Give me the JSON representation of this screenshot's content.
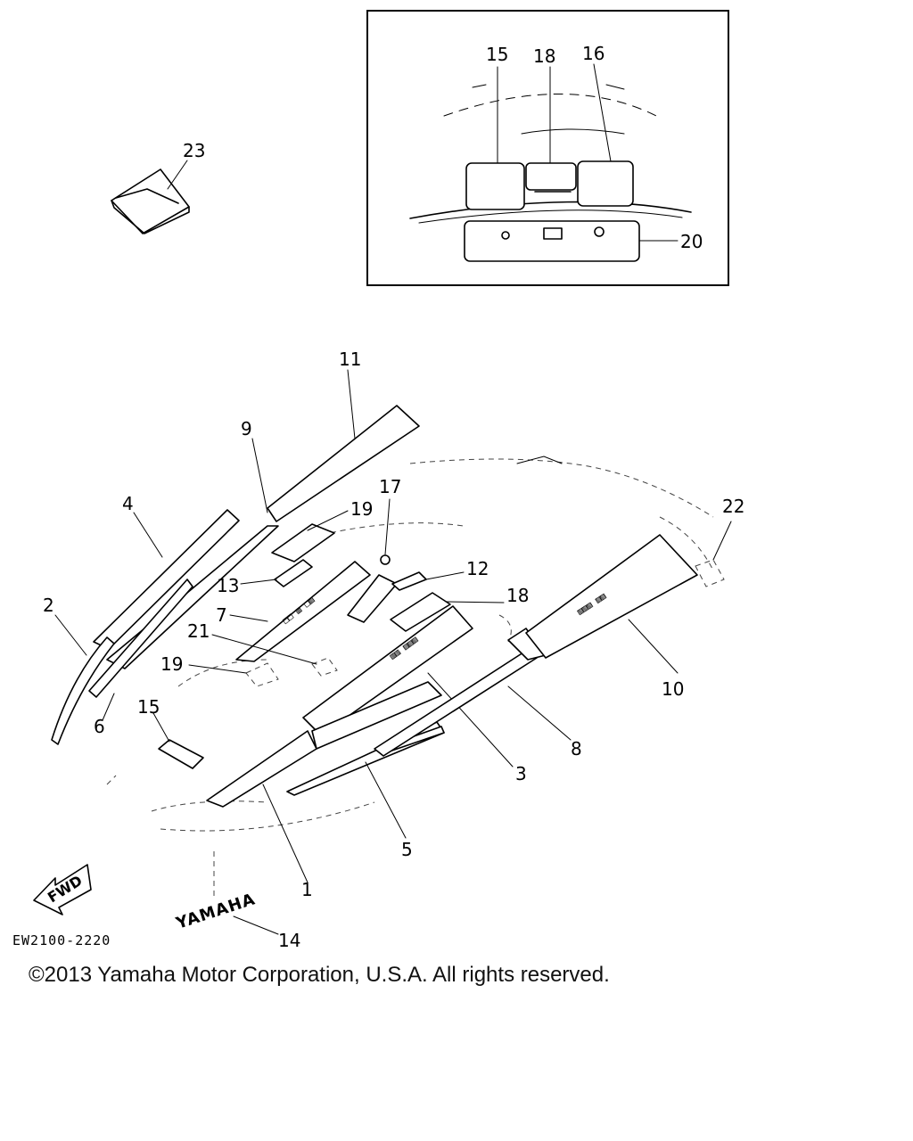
{
  "drawing_code": "EW2100-2220",
  "copyright": "©2013 Yamaha Motor Corporation, U.S.A. All rights reserved.",
  "fwd_label": "FWD",
  "logo_text": "YAMAHA",
  "labels": {
    "p1": "1",
    "p2": "2",
    "p3": "3",
    "p4": "4",
    "p5": "5",
    "p6": "6",
    "p7": "7",
    "p8": "8",
    "p9": "9",
    "p10": "10",
    "p11": "11",
    "p12": "12",
    "p13": "13",
    "p14": "14",
    "p15": "15",
    "p17": "17",
    "p18": "18",
    "p19": "19",
    "p21": "21",
    "p22": "22",
    "p23": "23",
    "inset15": "15",
    "inset16": "16",
    "inset18": "18",
    "inset20": "20"
  }
}
